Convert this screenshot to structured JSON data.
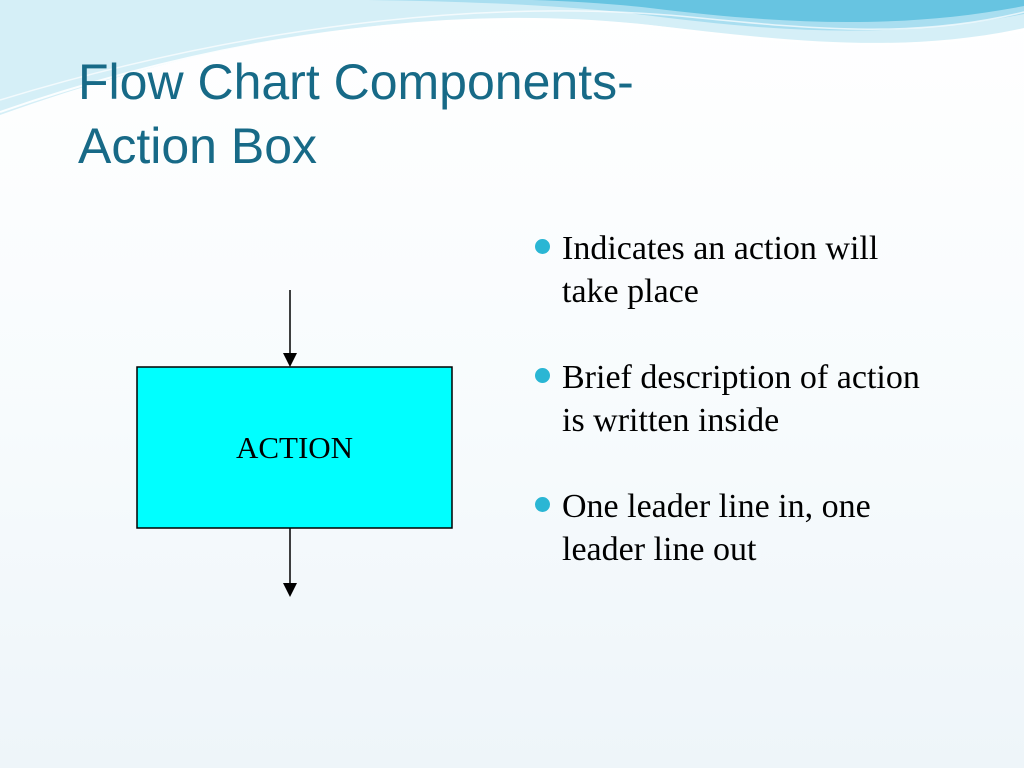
{
  "title": {
    "line1": "Flow Chart Components-",
    "line2": "Action Box"
  },
  "diagram": {
    "box_label": "ACTION",
    "box_fill": "#00ffff"
  },
  "bullets": [
    "Indicates an action will take place",
    "Brief description of action is written inside",
    "One leader line in, one leader line out"
  ],
  "colors": {
    "title": "#176a87",
    "bullet": "#2ab6d4",
    "wave_light": "#bfe6f2",
    "wave_mid": "#7ccde4",
    "wave_dark": "#36b5d6"
  }
}
